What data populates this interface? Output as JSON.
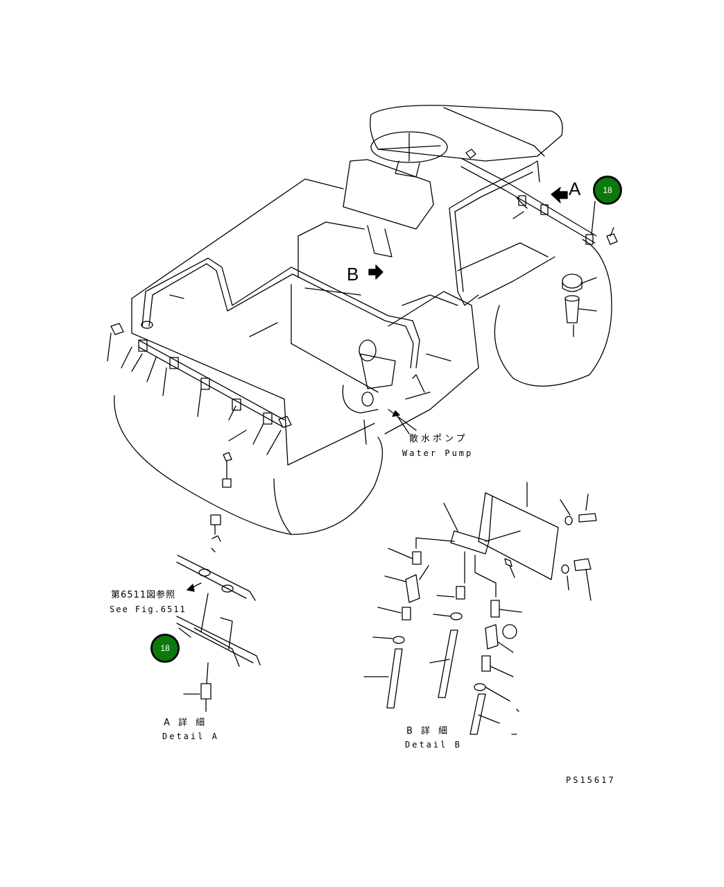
{
  "callouts": [
    {
      "number": "18"
    },
    {
      "number": "18"
    }
  ],
  "badge_color": "#0b7a0b",
  "labels": {
    "view_a": "A",
    "view_b": "B",
    "water_pump_jp": "散水ポンプ",
    "water_pump_en": "Water Pump",
    "see_fig_jp": "第6511図参照",
    "see_fig_en": "See Fig.6511",
    "detail_a_jp": "A 詳 細",
    "detail_a_en": "Detail A",
    "detail_b_jp": "B 詳 細",
    "detail_b_en": "Detail B",
    "drawing_number": "PS15617"
  }
}
